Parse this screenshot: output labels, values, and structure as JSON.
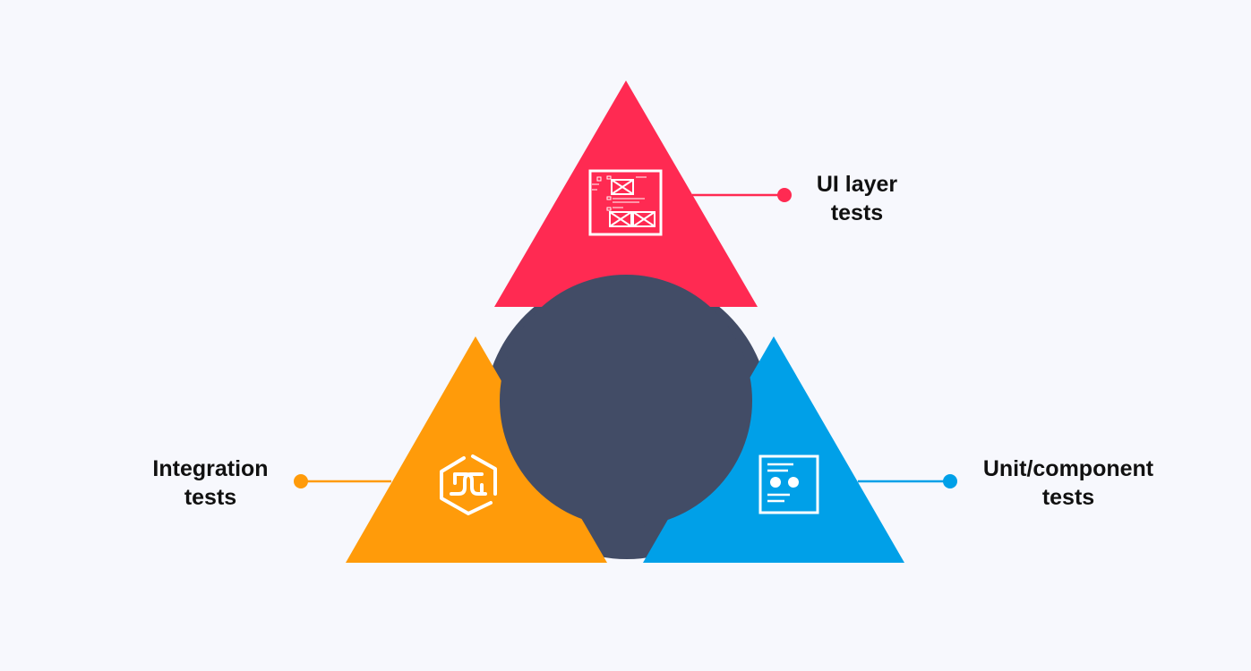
{
  "diagram": {
    "center_color": "#424c66",
    "segments": [
      {
        "id": "ui",
        "label_line1": "UI layer",
        "label_line2": "tests",
        "color": "#ff2a52",
        "icon": "ui-wireframe-icon"
      },
      {
        "id": "integration",
        "label_line1": "Integration",
        "label_line2": "tests",
        "color": "#ff9b0a",
        "icon": "integration-link-icon"
      },
      {
        "id": "unit",
        "label_line1": "Unit/component",
        "label_line2": "tests",
        "color": "#00a0e8",
        "icon": "component-card-icon"
      }
    ]
  }
}
